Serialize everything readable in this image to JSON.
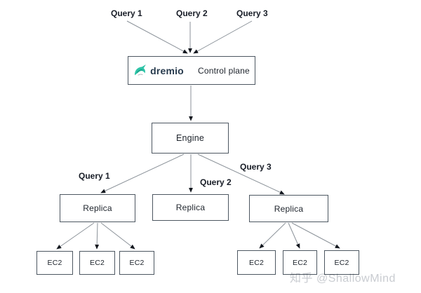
{
  "top_labels": [
    {
      "text": "Query 1"
    },
    {
      "text": "Query 2"
    },
    {
      "text": "Query 3"
    }
  ],
  "branch_labels": [
    {
      "text": "Query 1"
    },
    {
      "text": "Query 2"
    },
    {
      "text": "Query 3"
    }
  ],
  "nodes": {
    "control_plane": {
      "brand": "dremio",
      "label": "Control plane"
    },
    "engine": {
      "label": "Engine"
    },
    "replicas": [
      {
        "label": "Replica"
      },
      {
        "label": "Replica"
      },
      {
        "label": "Replica"
      }
    ],
    "ec2_left": [
      {
        "label": "EC2"
      },
      {
        "label": "EC2"
      },
      {
        "label": "EC2"
      }
    ],
    "ec2_right": [
      {
        "label": "EC2"
      },
      {
        "label": "EC2"
      },
      {
        "label": "EC2"
      }
    ]
  },
  "watermark": {
    "text": "知乎 @ShallowMind"
  },
  "colors": {
    "box_border": "#4d5761",
    "connector": "#8b9299",
    "arrowhead": "#14181f",
    "text": "#20262e",
    "label_text": "#171c26",
    "dremio_teal": "#2ec4a7",
    "dremio_teal_dark": "#10947e",
    "dremio_navy": "#273a4d",
    "watermark_gray": "#c9ccd1"
  }
}
